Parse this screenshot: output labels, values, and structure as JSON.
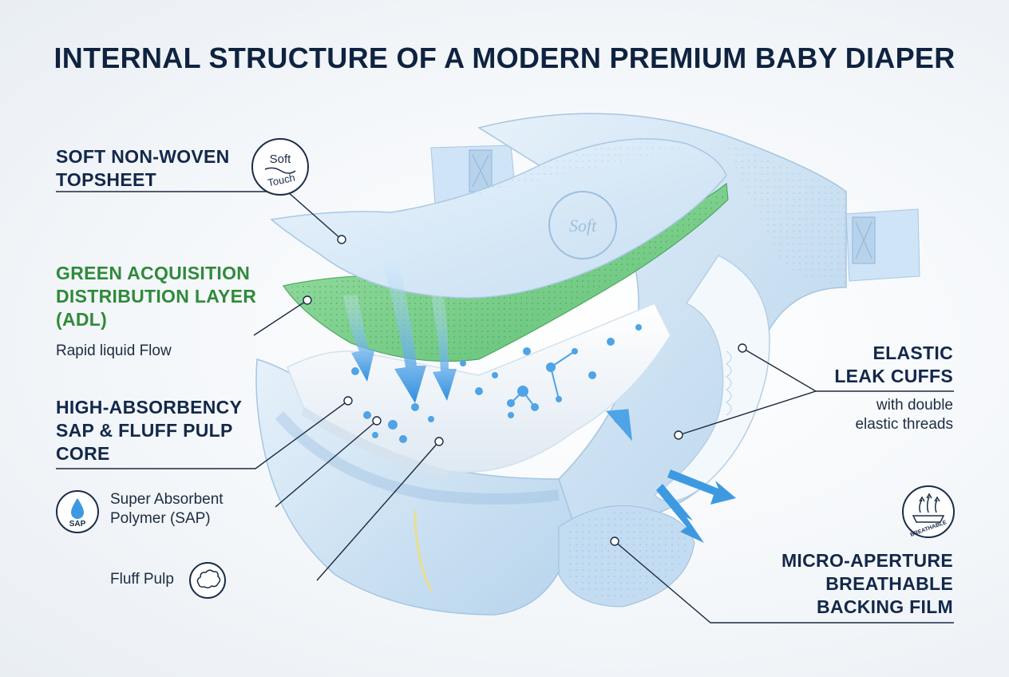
{
  "title": "INTERNAL STRUCTURE OF A MODERN PREMIUM BABY DIAPER",
  "labels": {
    "topsheet": [
      "SOFT NON-WOVEN",
      "TOPSHEET"
    ],
    "adl": [
      "GREEN ACQUISITION",
      "DISTRIBUTION LAYER",
      "(ADL)"
    ],
    "adl_sub": "Rapid liquid Flow",
    "core": [
      "HIGH-ABSORBENCY",
      "SAP & FLUFF PULP",
      "CORE"
    ],
    "sap": [
      "Super Absorbent",
      "Polymer (SAP)"
    ],
    "fluff": "Fluff Pulp",
    "cuffs": [
      "ELASTIC",
      "LEAK CUFFS"
    ],
    "cuffs_sub": [
      "with double",
      "elastic threads"
    ],
    "backing": [
      "MICRO-APERTURE",
      "BREATHABLE",
      "BACKING FILM"
    ]
  },
  "badges": {
    "soft_touch": [
      "Soft",
      "Touch"
    ],
    "sap": "SAP",
    "breathable": "BREATHABLE",
    "topsheet_print": "Soft"
  },
  "colors": {
    "title": "#0f2340",
    "adl_green": "#2f8a3a",
    "diaper_blue": "#bcd9f0",
    "arrow_blue": "#3d9ae0",
    "leader_line": "#1b2a40"
  },
  "icons": [
    "soft-touch-icon",
    "sap-drop-icon",
    "fluff-pulp-icon",
    "breathable-icon"
  ]
}
